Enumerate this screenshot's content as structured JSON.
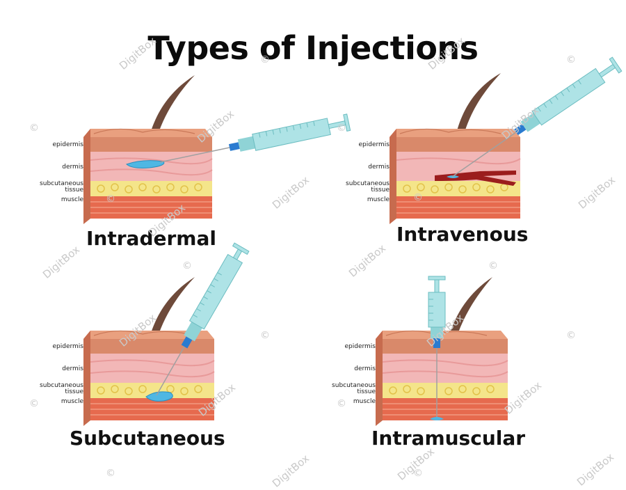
{
  "title": "Types of Injections",
  "layers": {
    "epidermis": "epidermis",
    "dermis": "dermis",
    "subcutaneous_1": "subcutaneous",
    "subcutaneous_2": "tissue",
    "muscle": "muscle"
  },
  "panels": {
    "intradermal": "Intradermal",
    "intravenous": "Intravenous",
    "subcutaneous": "Subcutaneous",
    "intramuscular": "Intramuscular"
  },
  "watermark": {
    "text": "DigitBox",
    "symbol": "©"
  },
  "colors": {
    "epidermis": "#d9896a",
    "dermis": "#f2b7b7",
    "fat": "#f4e58a",
    "muscle": "#e66a4e",
    "syringe": "#aee3e6",
    "fluid": "#4fb7e3",
    "vein": "#9b1d1d",
    "hair": "#6e4a3a"
  }
}
